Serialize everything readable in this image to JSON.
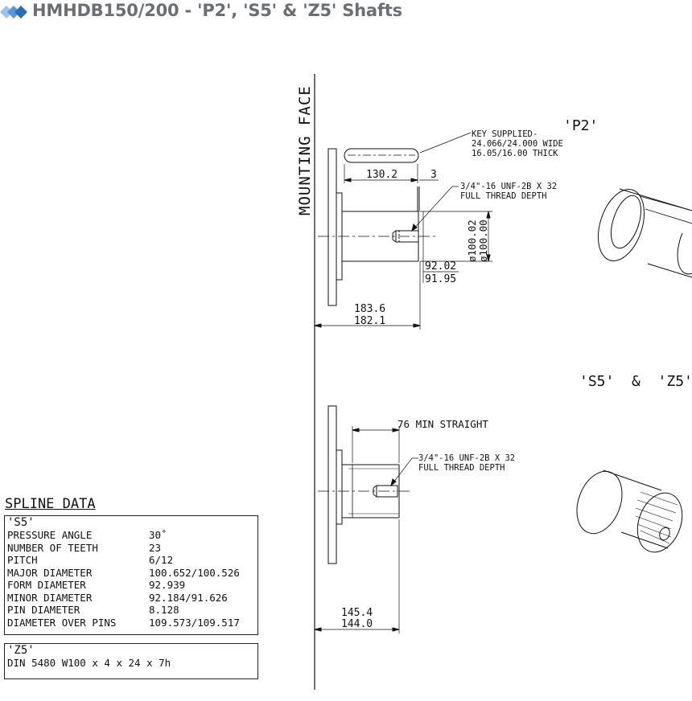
{
  "header": {
    "title": "HMHDB150/200 - 'P2', 'S5' & 'Z5' Shafts",
    "accent_colors": [
      "#2b6cb8",
      "#5a97d6",
      "#9cc3ea"
    ]
  },
  "drawing": {
    "mounting_face": "MOUNTING FACE",
    "p2": {
      "label": "'P2'",
      "key_note": [
        "KEY SUPPLIED-",
        "24.066/24.000 WIDE",
        "16.05/16.00 THICK"
      ],
      "key_length": "130.2",
      "key_offset": "3",
      "thread_note": [
        "3/4\"-16 UNF-2B X 32",
        "FULL THREAD DEPTH"
      ],
      "diameter": [
        "ø100.02",
        "ø100.00"
      ],
      "key_depth": [
        "92.02",
        "91.95"
      ],
      "length": [
        "183.6",
        "182.1"
      ]
    },
    "s5z5": {
      "label": "'S5'  &  'Z5'",
      "straight_note": "76 MIN STRAIGHT",
      "thread_note": [
        "3/4\"-16 UNF-2B X 32",
        "FULL THREAD DEPTH"
      ],
      "length": [
        "145.4",
        "144.0"
      ]
    }
  },
  "spline_data": {
    "heading": "SPLINE DATA",
    "s5": {
      "code": "'S5'",
      "rows": [
        {
          "label": "PRESSURE ANGLE",
          "value": "30˚"
        },
        {
          "label": "NUMBER OF TEETH",
          "value": "23"
        },
        {
          "label": "PITCH",
          "value": "6/12"
        },
        {
          "label": "MAJOR DIAMETER",
          "value": "100.652/100.526"
        },
        {
          "label": "FORM DIAMETER",
          "value": "92.939"
        },
        {
          "label": "MINOR DIAMETER",
          "value": "92.184/91.626"
        },
        {
          "label": "PIN DIAMETER",
          "value": "8.128"
        },
        {
          "label": "DIAMETER OVER PINS",
          "value": "109.573/109.517"
        }
      ]
    },
    "z5": {
      "code": "'Z5'",
      "value": "DIN 5480 W100 x 4 x 24 x 7h"
    }
  }
}
